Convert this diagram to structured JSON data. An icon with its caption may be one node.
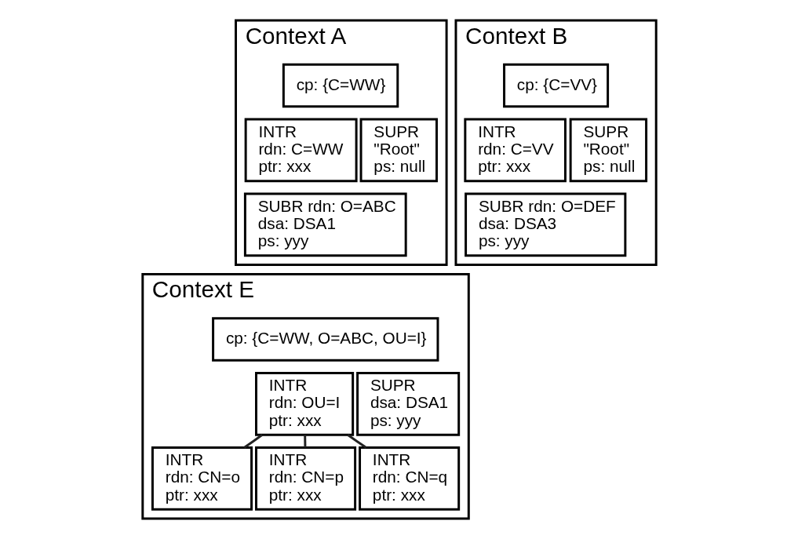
{
  "diagram": {
    "nodes": [
      {
        "text": [
          "Context A"
        ]
      },
      {
        "text": [
          "cp: {C=WW}"
        ],
        "in": 0
      },
      {
        "text": [
          "INTR",
          "rdn: C=WW",
          "ptr: xxx"
        ],
        "in": 0
      },
      {
        "text": [
          "SUPR",
          "\"Root\"",
          "ps: null"
        ],
        "in": 0
      },
      {
        "text": [
          "SUBR rdn: O=ABC",
          "dsa: DSA1",
          "ps: yyy"
        ],
        "in": 0
      },
      {
        "text": [
          "Context B"
        ]
      },
      {
        "text": [
          "cp: {C=VV}"
        ],
        "in": 5
      },
      {
        "text": [
          "INTR",
          "rdn: C=VV",
          "ptr: xxx"
        ],
        "in": 5
      },
      {
        "text": [
          "SUPR",
          "\"Root\"",
          "ps: null"
        ],
        "in": 5
      },
      {
        "text": [
          "SUBR rdn: O=DEF",
          "dsa: DSA3",
          "ps: yyy"
        ],
        "in": 5
      },
      {
        "text": [
          "Context E"
        ]
      },
      {
        "text": [
          "cp: {C=WW, O=ABC, OU=I}"
        ],
        "in": 10
      },
      {
        "text": [
          "INTR",
          "rdn: OU=I",
          "ptr: xxx"
        ],
        "in": 10
      },
      {
        "text": [
          "SUPR",
          "dsa: DSA1",
          "ps: yyy"
        ],
        "in": 10
      },
      {
        "text": [
          "INTR",
          "rdn: CN=o",
          "ptr: xxx"
        ],
        "in": 10
      },
      {
        "text": [
          "INTR",
          "rdn: CN=p",
          "ptr: xxx"
        ],
        "in": 10
      },
      {
        "text": [
          "INTR",
          "rdn: CN=q",
          "ptr: xxx"
        ],
        "in": 10
      }
    ],
    "edges": [
      {
        "from": 12,
        "to": 14,
        "arrow": "none"
      },
      {
        "from": 12,
        "to": 15,
        "arrow": "none"
      },
      {
        "from": 12,
        "to": 16,
        "arrow": "none"
      }
    ]
  }
}
